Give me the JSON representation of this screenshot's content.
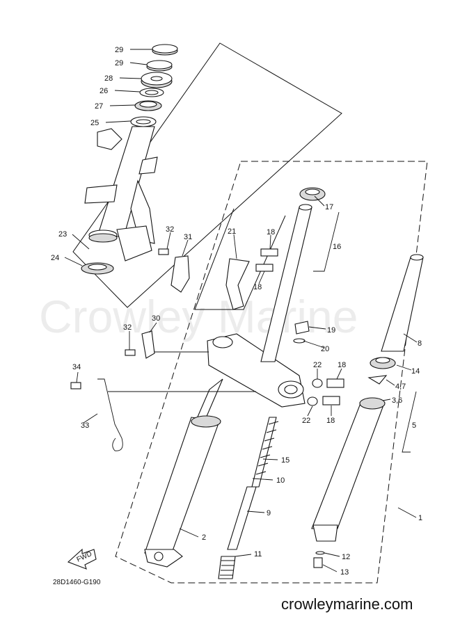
{
  "watermark": "Crowley Marine",
  "footer_url": "crowleymarine.com",
  "diagram_code": "28D1460-G190",
  "fwd_label": "FWD",
  "callouts": [
    {
      "id": "c29a",
      "text": "29"
    },
    {
      "id": "c29b",
      "text": "29"
    },
    {
      "id": "c28",
      "text": "28"
    },
    {
      "id": "c26",
      "text": "26"
    },
    {
      "id": "c27",
      "text": "27"
    },
    {
      "id": "c25",
      "text": "25"
    },
    {
      "id": "c23",
      "text": "23"
    },
    {
      "id": "c24",
      "text": "24"
    },
    {
      "id": "c32a",
      "text": "32"
    },
    {
      "id": "c31",
      "text": "31"
    },
    {
      "id": "c21",
      "text": "21"
    },
    {
      "id": "c18a",
      "text": "18"
    },
    {
      "id": "c18b",
      "text": "18"
    },
    {
      "id": "c17",
      "text": "17"
    },
    {
      "id": "c16",
      "text": "16"
    },
    {
      "id": "c19",
      "text": "19"
    },
    {
      "id": "c20",
      "text": "20"
    },
    {
      "id": "c8",
      "text": "8"
    },
    {
      "id": "c14",
      "text": "14"
    },
    {
      "id": "c47",
      "text": "4,7"
    },
    {
      "id": "c36",
      "text": "3,6"
    },
    {
      "id": "c5",
      "text": "5"
    },
    {
      "id": "c22a",
      "text": "22"
    },
    {
      "id": "c18c",
      "text": "18"
    },
    {
      "id": "c22b",
      "text": "22"
    },
    {
      "id": "c18d",
      "text": "18"
    },
    {
      "id": "c32b",
      "text": "32"
    },
    {
      "id": "c30",
      "text": "30"
    },
    {
      "id": "c34",
      "text": "34"
    },
    {
      "id": "c33",
      "text": "33"
    },
    {
      "id": "c15",
      "text": "15"
    },
    {
      "id": "c10",
      "text": "10"
    },
    {
      "id": "c9",
      "text": "9"
    },
    {
      "id": "c2",
      "text": "2"
    },
    {
      "id": "c1",
      "text": "1"
    },
    {
      "id": "c11",
      "text": "11"
    },
    {
      "id": "c12",
      "text": "12"
    },
    {
      "id": "c13",
      "text": "13"
    }
  ]
}
